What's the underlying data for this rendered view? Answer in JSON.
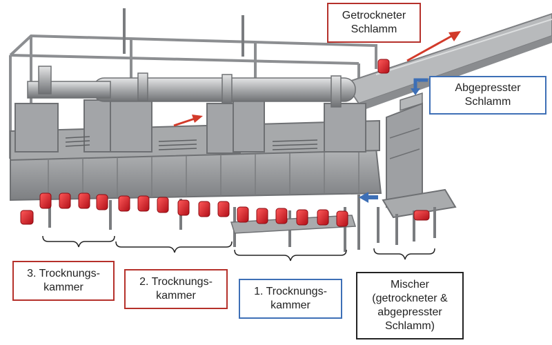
{
  "labels": {
    "dried_sludge": {
      "line1": "Getrockneter",
      "line2": "Schlamm",
      "border": "#b5302a"
    },
    "pressed_sludge": {
      "line1": "Abgepresster",
      "line2": "Schlamm",
      "border": "#3d6fb6"
    },
    "chamber3": {
      "line1": "3. Trocknungs-",
      "line2": "kammer",
      "border": "#b5302a"
    },
    "chamber2": {
      "line1": "2. Trocknungs-",
      "line2": "kammer",
      "border": "#b5302a"
    },
    "chamber1": {
      "line1": "1. Trocknungs-",
      "line2": "kammer",
      "border": "#3d6fb6"
    },
    "mixer": {
      "line1": "Mischer",
      "line2": "(getrockneter &",
      "line3": "abgepresster",
      "line4": "Schlamm)",
      "border": "#222222"
    }
  },
  "colors": {
    "motor": "#e0202a",
    "steel": "#9a9c9f",
    "steel_dark": "#6e7073",
    "steel_light": "#c9cbcd",
    "arrow_red": "#d23a2a",
    "arrow_blue": "#3d6fb6"
  }
}
